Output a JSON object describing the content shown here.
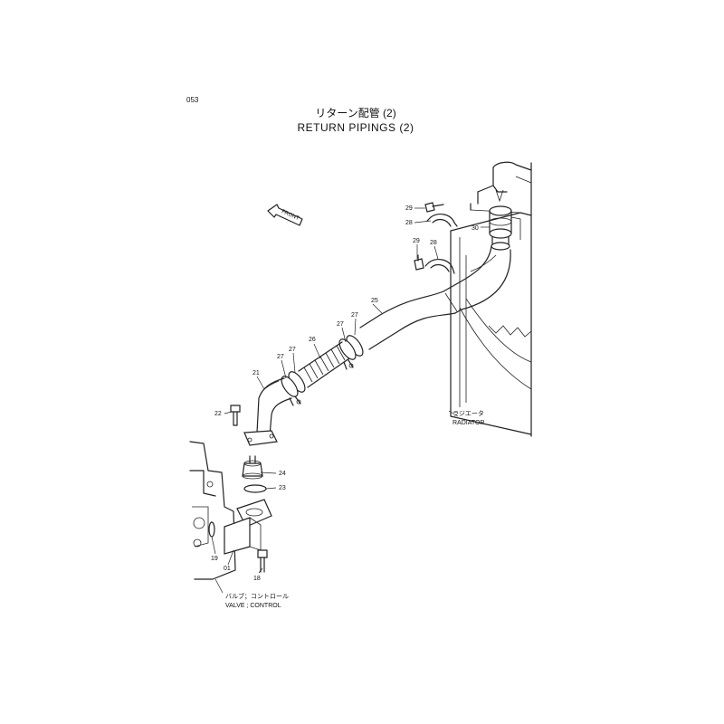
{
  "page_code": "053",
  "title_jp": "リターン配管 (2)",
  "title_en": "RETURN PIPINGS (2)",
  "front_marker": "FRONT",
  "radiator_label": {
    "jp": "ラジエータ",
    "en": "RADIATOR"
  },
  "valve_label": {
    "jp": "バルブ；コントロール",
    "en": "VALVE ; CONTROL"
  },
  "callouts": {
    "c18": "18",
    "c19": "19",
    "c01": "01",
    "c21": "21",
    "c22": "22",
    "c23": "23",
    "c24": "24",
    "c25": "25",
    "c26": "26",
    "c27a": "27",
    "c27b": "27",
    "c27c": "27",
    "c27d": "27",
    "c28a": "28",
    "c28b": "28",
    "c29a": "29",
    "c29b": "29",
    "c30": "30"
  }
}
